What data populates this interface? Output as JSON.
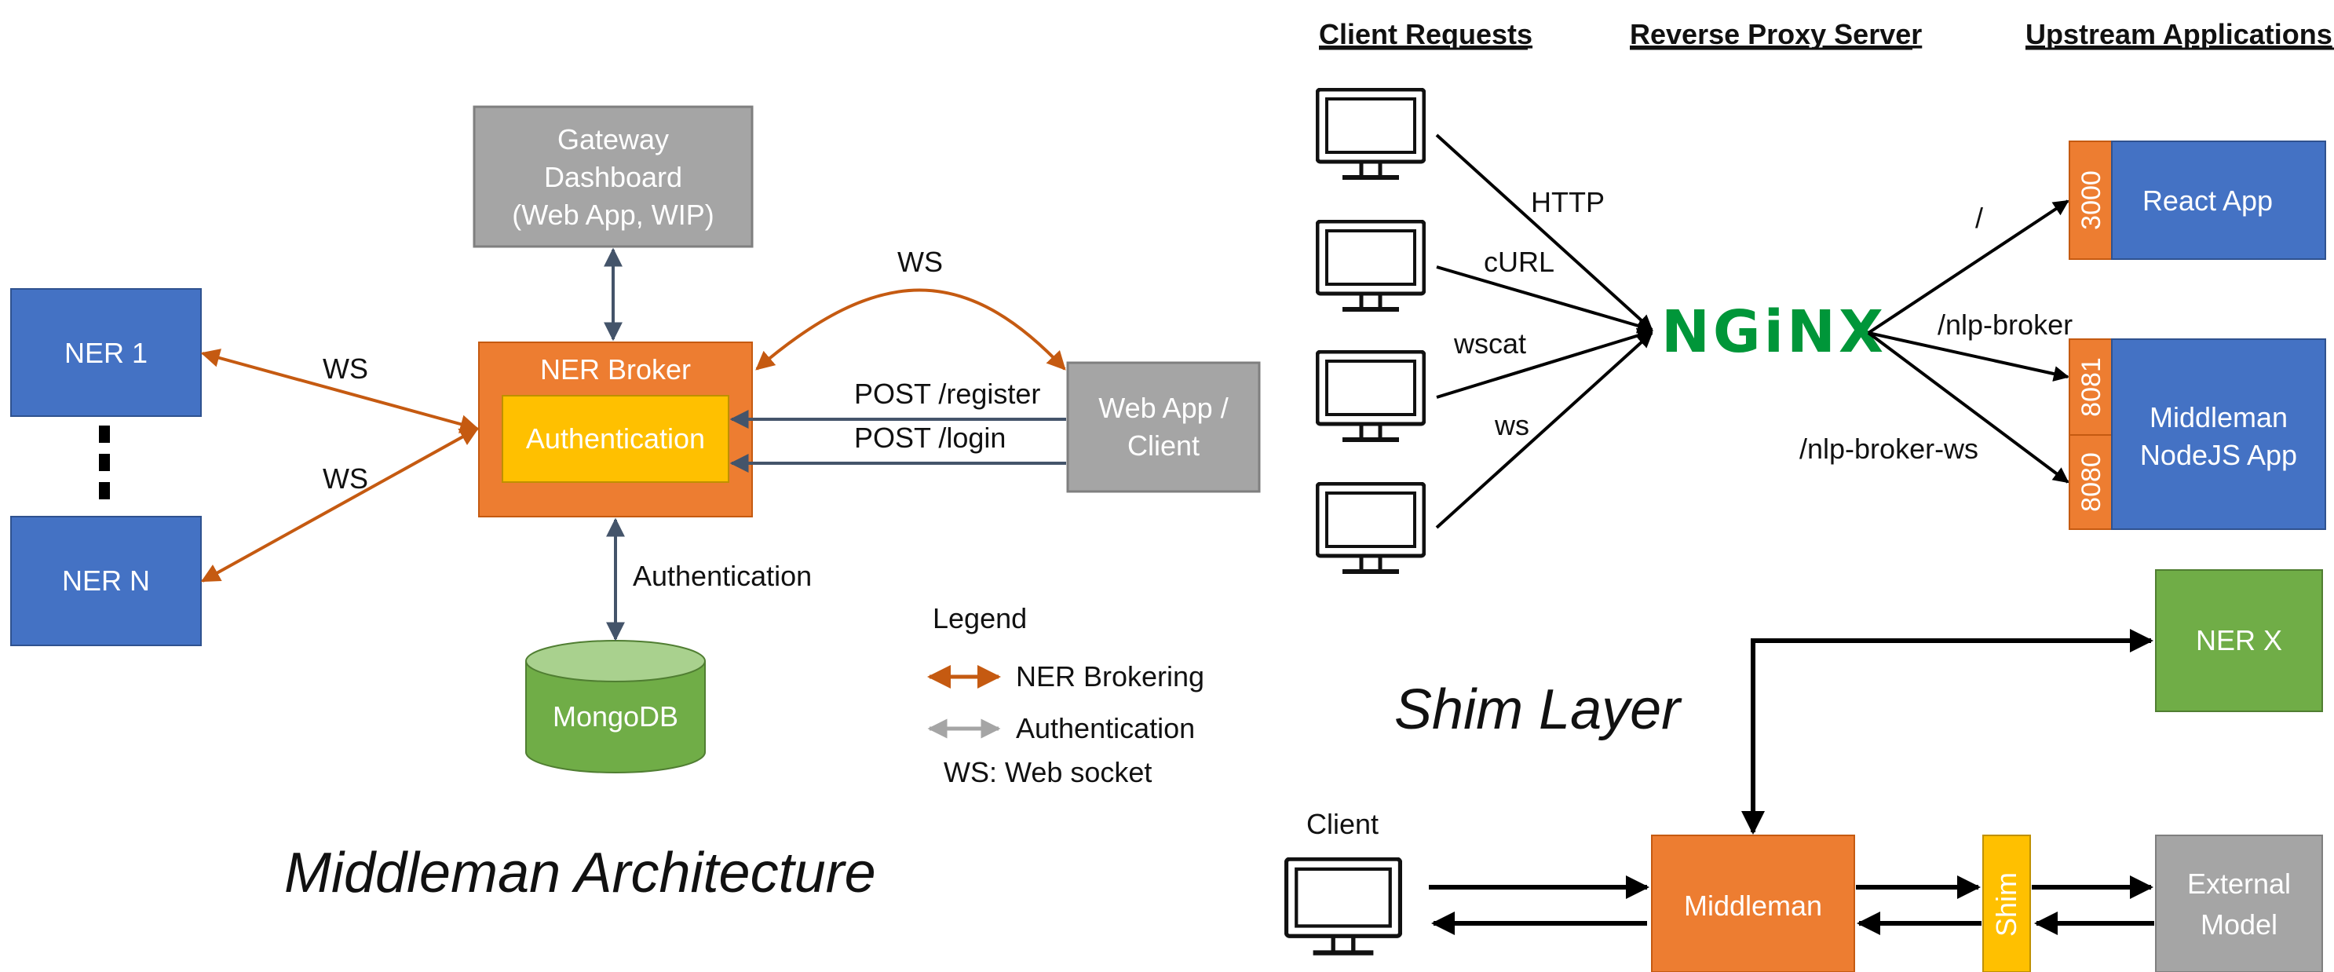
{
  "colors": {
    "blue": "#4472C4",
    "orange": "#ED7D31",
    "yellow": "#FFC000",
    "gray": "#A5A5A5",
    "green": "#70AD47",
    "dark_green": "#5B9A3A",
    "brown_arrow": "#C55A11",
    "slate_arrow": "#44546A",
    "nginx_green": "#009639",
    "black": "#000000"
  },
  "left": {
    "title": "Middleman Architecture",
    "ner1": "NER 1",
    "nern": "NER N",
    "gateway": [
      "Gateway",
      "Dashboard",
      "(Web App, WIP)"
    ],
    "broker_title": "NER Broker",
    "auth_box": "Authentication",
    "webapp": [
      "Web App /",
      "Client"
    ],
    "mongodb": "MongoDB",
    "ws_top": "WS",
    "ws_ner1": "WS",
    "ws_nern": "WS",
    "post_register": "POST /register",
    "post_login": "POST /login",
    "auth_label": "Authentication",
    "legend": {
      "title": "Legend",
      "ner": "NER Brokering",
      "auth": "Authentication",
      "ws": "WS: Web socket"
    }
  },
  "right_top": {
    "headers": [
      "Client Requests",
      "Reverse Proxy Server",
      "Upstream Applications"
    ],
    "req_labels": [
      "HTTP",
      "cURL",
      "wscat",
      "ws"
    ],
    "nginx": "NGiNX",
    "routes": [
      "/",
      "/nlp-broker",
      "/nlp-broker-ws"
    ],
    "react": "React App",
    "middleman_app": [
      "Middleman",
      "NodeJS App"
    ],
    "ports": [
      "3000",
      "8081",
      "8080"
    ]
  },
  "right_bottom": {
    "title": "Shim Layer",
    "client": "Client",
    "middleman": "Middleman",
    "shim": "Shim",
    "ner_x": "NER X",
    "external": [
      "External",
      "Model"
    ]
  },
  "icons": [
    "monitor-icon"
  ]
}
